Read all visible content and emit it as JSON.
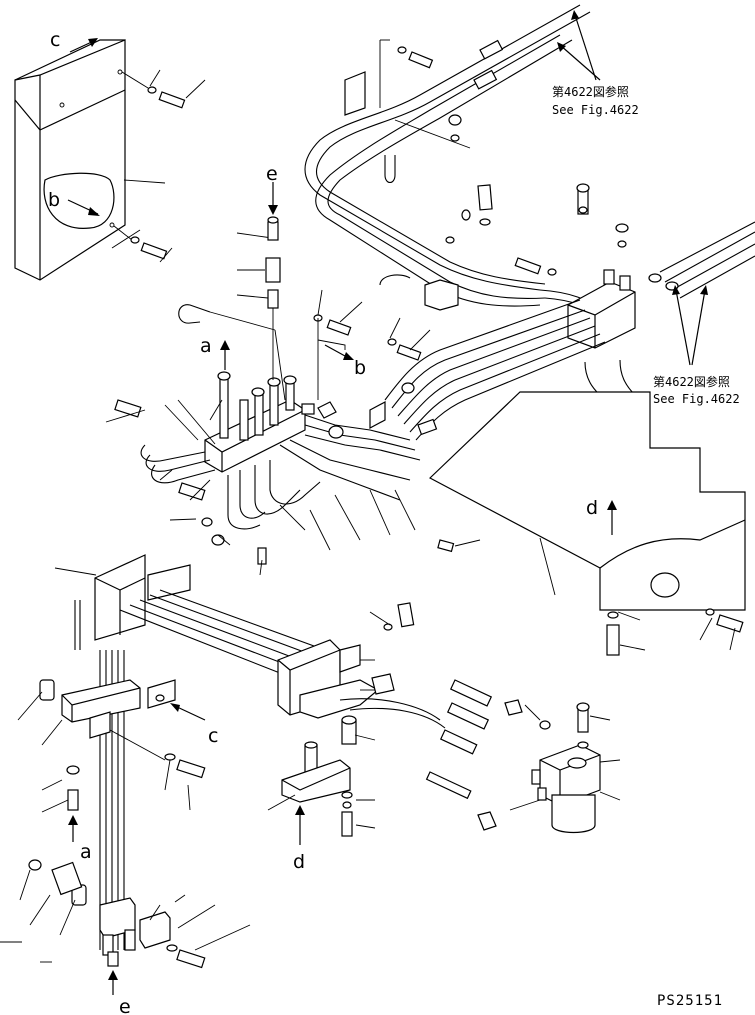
{
  "diagram_code": "PS25151",
  "reference_notes": [
    {
      "jp": "第4622図参照",
      "en": "See Fig.4622"
    },
    {
      "jp": "第4622図参照",
      "en": "See Fig.4622"
    }
  ],
  "callouts": {
    "a": "a",
    "b": "b",
    "c": "c",
    "d": "d",
    "e": "e"
  }
}
